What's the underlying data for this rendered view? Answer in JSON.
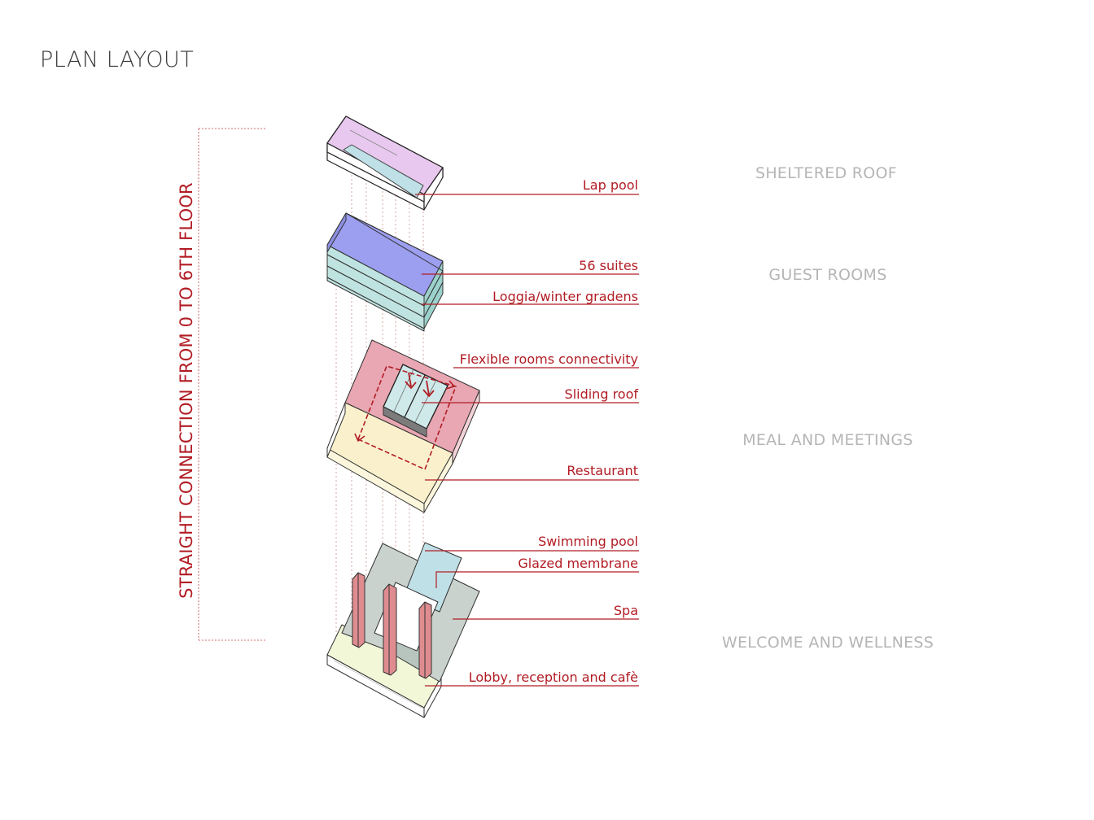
{
  "title": "PLAN LAYOUT",
  "vertical_label": "STRAIGHT CONNECTION FROM 0 TO 6TH FLOOR",
  "callouts": {
    "lap_pool": "Lap pool",
    "suites": "56 suites",
    "loggia": "Loggia/winter gradens",
    "flexible": "Flexible rooms connectivity",
    "sliding_roof": "Sliding roof",
    "restaurant": "Restaurant",
    "swimming_pool": "Swimming pool",
    "glazed_membrane": "Glazed membrane",
    "spa": "Spa",
    "lobby": "Lobby, reception and cafè"
  },
  "zones": {
    "roof": "SHELTERED ROOF",
    "guest": "GUEST ROOMS",
    "meal": "MEAL AND MEETINGS",
    "welcome": "WELCOME AND WELLNESS"
  },
  "colors": {
    "accent_red": "#b21c24",
    "zone_gray": "#b5b5b5",
    "roof_purple": "#e8c8ee",
    "rooms_blue": "#9c9ef0",
    "rooms_teal": "#bfe3e0",
    "meeting_pink": "#e8a7b2",
    "restaurant_yellow": "#faf1cc",
    "wellness_gray": "#c9d2cd",
    "pool_blue": "#bfe0e6",
    "column_red": "#df8c90"
  }
}
